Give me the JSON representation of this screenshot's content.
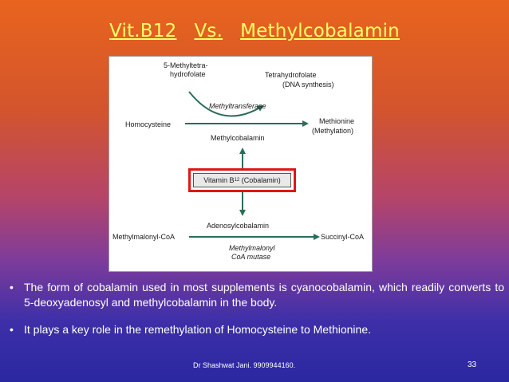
{
  "slide": {
    "title_left": "Vit.B12",
    "title_vs": "Vs.",
    "title_right": "Methylcobalamin"
  },
  "figure": {
    "labels": {
      "methyltetrahydrofolate_1": "5-Methyltetra-",
      "methyltetrahydrofolate_2": "hydrofolate",
      "tetrahydrofolate": "Tetrahydrofolate",
      "dna_synthesis": "(DNA synthesis)",
      "methyltransferase": "Methyltransferase",
      "homocysteine": "Homocysteine",
      "methionine": "Methionine",
      "methylation": "(Methylation)",
      "methylcobalamin": "Methylcobalamin",
      "vitamin_b12_prefix": "Vitamin B",
      "vitamin_b12_sub": "12",
      "vitamin_b12_suffix": " (Cobalamin)",
      "adenosylcobalamin": "Adenosylcobalamin",
      "methylmalonyl_coa": "Methylmalonyl-CoA",
      "succinyl_coa": "Succinyl-CoA",
      "mutase_1": "Methylmalonyl",
      "mutase_2": "CoA mutase"
    }
  },
  "bullets": [
    "The form of cobalamin used in most supplements is cyanocobalamin, which readily converts to 5-deoxyadenosyl and methylcobalamin in the body.",
    "It plays a key role in the remethylation of Homocysteine to Methionine."
  ],
  "bullet_marker": "•",
  "footer": {
    "author": "Dr Shashwat Jani.  9909944160.",
    "page_number": "33"
  },
  "colors": {
    "title": "#ffff66",
    "highlight_border": "#e01616",
    "arrow": "#2a6d5a"
  }
}
